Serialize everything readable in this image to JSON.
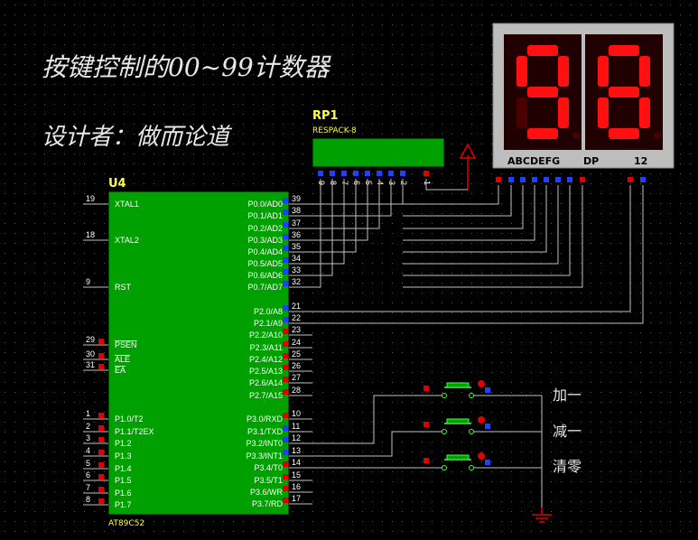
{
  "title": "按键控制的00~99计数器",
  "author": "设计者：做而论道",
  "colors": {
    "background": "#000000",
    "chip": "#00a000",
    "wire": "#bfbfbf",
    "pin_red": "#e00000",
    "pin_blue": "#2040ff",
    "segment_on": "#ff1010",
    "segment_off": "#4a0000",
    "display_frame": "#bdbdbd",
    "ground": "#e00000"
  },
  "mcu": {
    "ref": "U4",
    "part": "AT89C52",
    "left_pins": [
      {
        "num": "19",
        "label": "XTAL1"
      },
      {
        "num": "18",
        "label": "XTAL2"
      },
      {
        "num": "9",
        "label": "RST"
      },
      {
        "num": "29",
        "label": "PSEN"
      },
      {
        "num": "30",
        "label": "ALE"
      },
      {
        "num": "31",
        "label": "EA"
      },
      {
        "num": "1",
        "label": "P1.0/T2"
      },
      {
        "num": "2",
        "label": "P1.1/T2EX"
      },
      {
        "num": "3",
        "label": "P1.2"
      },
      {
        "num": "4",
        "label": "P1.3"
      },
      {
        "num": "5",
        "label": "P1.4"
      },
      {
        "num": "6",
        "label": "P1.5"
      },
      {
        "num": "7",
        "label": "P1.6"
      },
      {
        "num": "8",
        "label": "P1.7"
      }
    ],
    "right_pins": [
      {
        "num": "39",
        "label": "P0.0/AD0"
      },
      {
        "num": "38",
        "label": "P0.1/AD1"
      },
      {
        "num": "37",
        "label": "P0.2/AD2"
      },
      {
        "num": "36",
        "label": "P0.3/AD3"
      },
      {
        "num": "35",
        "label": "P0.4/AD4"
      },
      {
        "num": "34",
        "label": "P0.5/AD5"
      },
      {
        "num": "33",
        "label": "P0.6/AD6"
      },
      {
        "num": "32",
        "label": "P0.7/AD7"
      },
      {
        "num": "21",
        "label": "P2.0/A8"
      },
      {
        "num": "22",
        "label": "P2.1/A9"
      },
      {
        "num": "23",
        "label": "P2.2/A10"
      },
      {
        "num": "24",
        "label": "P2.3/A11"
      },
      {
        "num": "25",
        "label": "P2.4/A12"
      },
      {
        "num": "26",
        "label": "P2.5/A13"
      },
      {
        "num": "27",
        "label": "P2.6/A14"
      },
      {
        "num": "28",
        "label": "P2.7/A15"
      },
      {
        "num": "10",
        "label": "P3.0/RXD"
      },
      {
        "num": "11",
        "label": "P3.1/TXD"
      },
      {
        "num": "12",
        "label": "P3.2/INT0"
      },
      {
        "num": "13",
        "label": "P3.3/INT1"
      },
      {
        "num": "14",
        "label": "P3.4/T0"
      },
      {
        "num": "15",
        "label": "P3.5/T1"
      },
      {
        "num": "16",
        "label": "P3.6/WR"
      },
      {
        "num": "17",
        "label": "P3.7/RD"
      }
    ]
  },
  "respack": {
    "ref": "RP1",
    "part": "RESPACK-8",
    "pin_numbers": [
      "9",
      "8",
      "7",
      "6",
      "5",
      "4",
      "3",
      "2",
      "1"
    ]
  },
  "display": {
    "digits": [
      "9",
      "8"
    ],
    "segment_label": "ABCDEFG",
    "dp_label": "DP",
    "common_label": "12"
  },
  "buttons": [
    {
      "label": "加一"
    },
    {
      "label": "减一"
    },
    {
      "label": "清零"
    }
  ]
}
